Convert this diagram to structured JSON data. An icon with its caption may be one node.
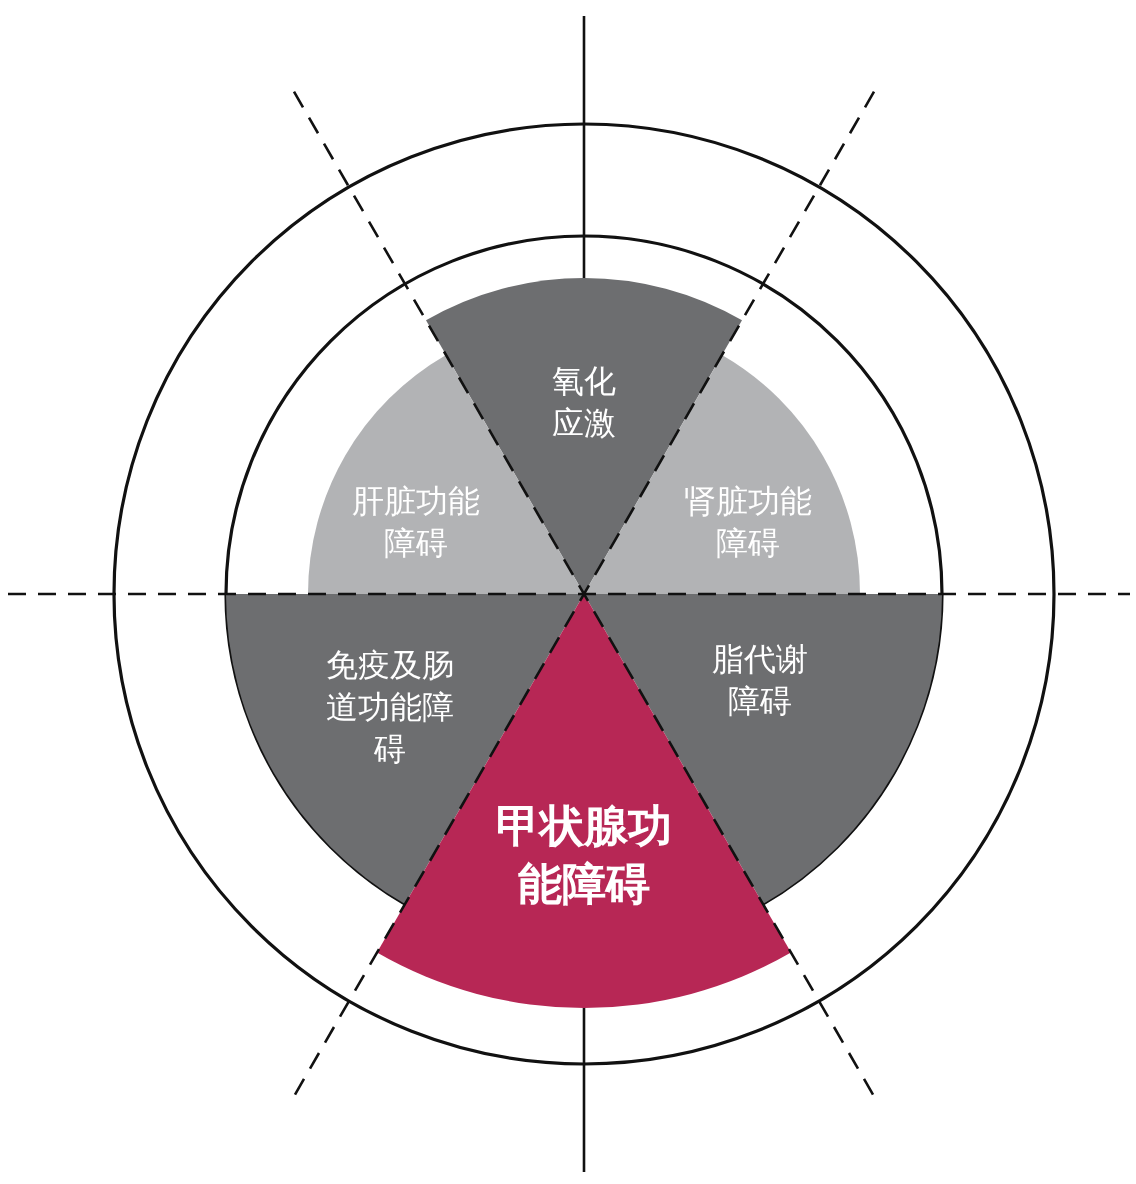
{
  "diagram": {
    "nodes": [
      {
        "text": [
          "氧化应激"
        ]
      },
      {
        "text": [
          "肝脏功能障碍"
        ]
      },
      {
        "text": [
          "肾脏功能障碍"
        ]
      },
      {
        "text": [
          "免疫及肠道功能障碍"
        ]
      },
      {
        "text": [
          "脂代谢障碍"
        ]
      },
      {
        "text": [
          "甲状腺功能障碍"
        ]
      }
    ]
  }
}
